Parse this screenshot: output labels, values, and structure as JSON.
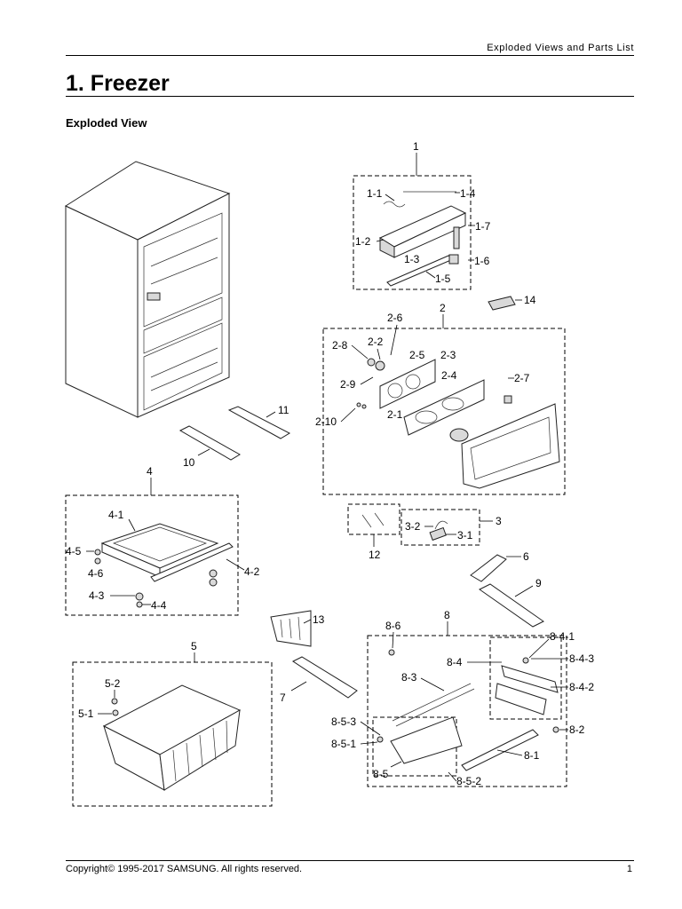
{
  "header": {
    "running_title": "Exploded Views and Parts List",
    "chapter_title": "1.  Freezer",
    "section_title": "Exploded View"
  },
  "callouts": {
    "c1": "1",
    "c1_1": "1-1",
    "c1_2": "1-2",
    "c1_3": "1-3",
    "c1_4": "1-4",
    "c1_5": "1-5",
    "c1_6": "1-6",
    "c1_7": "1-7",
    "c14": "14",
    "c2": "2",
    "c2_1": "2-1",
    "c2_2": "2-2",
    "c2_3": "2-3",
    "c2_4": "2-4",
    "c2_5": "2-5",
    "c2_6": "2-6",
    "c2_7": "2-7",
    "c2_8": "2-8",
    "c2_9": "2-9",
    "c2_10": "2-10",
    "c11": "11",
    "c10": "10",
    "c4": "4",
    "c4_1": "4-1",
    "c4_2": "4-2",
    "c4_3": "4-3",
    "c4_4": "4-4",
    "c4_5": "4-5",
    "c4_6": "4-6",
    "c3": "3",
    "c3_1": "3-1",
    "c3_2": "3-2",
    "c12": "12",
    "c6": "6",
    "c9": "9",
    "c13": "13",
    "c7": "7",
    "c5": "5",
    "c5_1": "5-1",
    "c5_2": "5-2",
    "c8": "8",
    "c8_1": "8-1",
    "c8_2": "8-2",
    "c8_3": "8-3",
    "c8_4": "8-4",
    "c8_6": "8-6",
    "c8_4_1": "8-4-1",
    "c8_4_2": "8-4-2",
    "c8_4_3": "8-4-3",
    "c8_5": "8-5",
    "c8_5_1": "8-5-1",
    "c8_5_2": "8-5-2",
    "c8_5_3": "8-5-3"
  },
  "footer": {
    "copyright": "Copyright© 1995-2017 SAMSUNG. All rights reserved.",
    "page_number": "1"
  }
}
